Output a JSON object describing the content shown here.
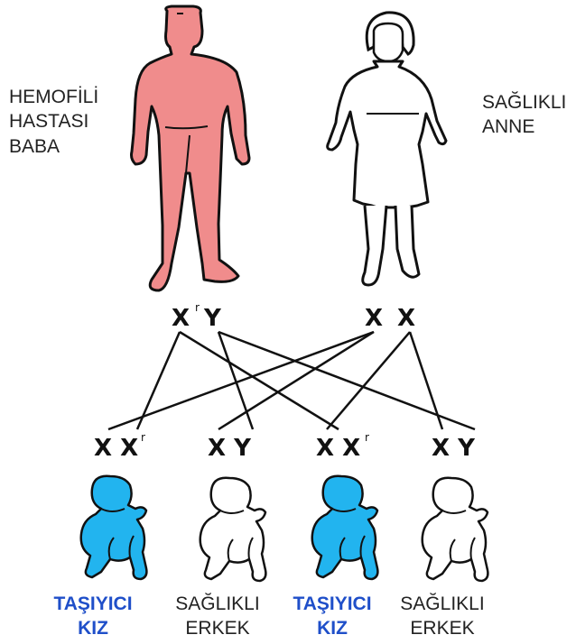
{
  "father": {
    "label_lines": [
      "HEMOFİLİ",
      "HASTASI",
      "BABA"
    ],
    "color": "#f08c8c"
  },
  "mother": {
    "label_lines": [
      "SAĞLIKLI",
      "ANNE"
    ],
    "color": "#ffffff"
  },
  "father_genes": {
    "x": "X",
    "mark": "r",
    "y": "Y"
  },
  "mother_genes": {
    "x1": "X",
    "x2": "X"
  },
  "children": [
    {
      "genes": "X X",
      "mark": "r",
      "line1": "TAŞIYICI",
      "line2": "KIZ",
      "carrier": true,
      "color": "#22b4ef"
    },
    {
      "genes": "X Y",
      "mark": "",
      "line1": "SAĞLIKLI",
      "line2": "ERKEK",
      "carrier": false,
      "color": "#ffffff"
    },
    {
      "genes": "X X",
      "mark": "r",
      "line1": "TAŞIYICI",
      "line2": "KIZ",
      "carrier": true,
      "color": "#22b4ef"
    },
    {
      "genes": "X Y",
      "mark": "",
      "line1": "SAĞLIKLI",
      "line2": "ERKEK",
      "carrier": false,
      "color": "#ffffff"
    }
  ],
  "colors": {
    "carrier_text": "#1f4fc9",
    "outline": "#111111"
  }
}
